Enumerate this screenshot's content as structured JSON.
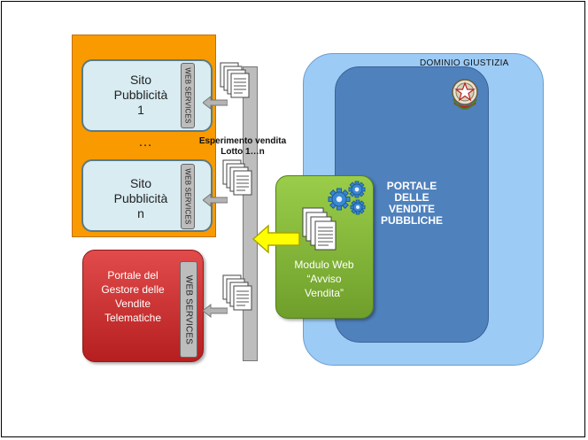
{
  "diagram": {
    "domain_label": "DOMINIO GIUSTIZIA",
    "portale_label": "PORTALE\nDELLE\nVENDITE\nPUBBLICHE",
    "modulo_label": "Modulo Web\n“Avviso\nVendita”",
    "bus_caption": "Esperimento vendita\nLotto 1…n",
    "ellipsis": "…",
    "sites": [
      {
        "label": "Sito\nPubblicità\n1",
        "ws_label": "WEB SERVICES"
      },
      {
        "label": "Sito\nPubblicità\nn",
        "ws_label": "WEB SERVICES"
      }
    ],
    "gestore": {
      "label": "Portale del\nGestore delle\nVendite\nTelematiche",
      "ws_label": "WEB SERVICES"
    },
    "colors": {
      "orange_panel": "#f99a00",
      "site_box": "#d8ecf2",
      "gestore_box": "#c62d2d",
      "domain_outer": "#9ccbf5",
      "domain_inner": "#4f81bd",
      "modulo_box": "#86b83a",
      "arrow_yellow": "#ffff00",
      "ws_bar": "#bdbdbd"
    },
    "icons": [
      "document-stack-icon",
      "gears-icon",
      "emblem-icon",
      "left-arrow-icon"
    ]
  }
}
